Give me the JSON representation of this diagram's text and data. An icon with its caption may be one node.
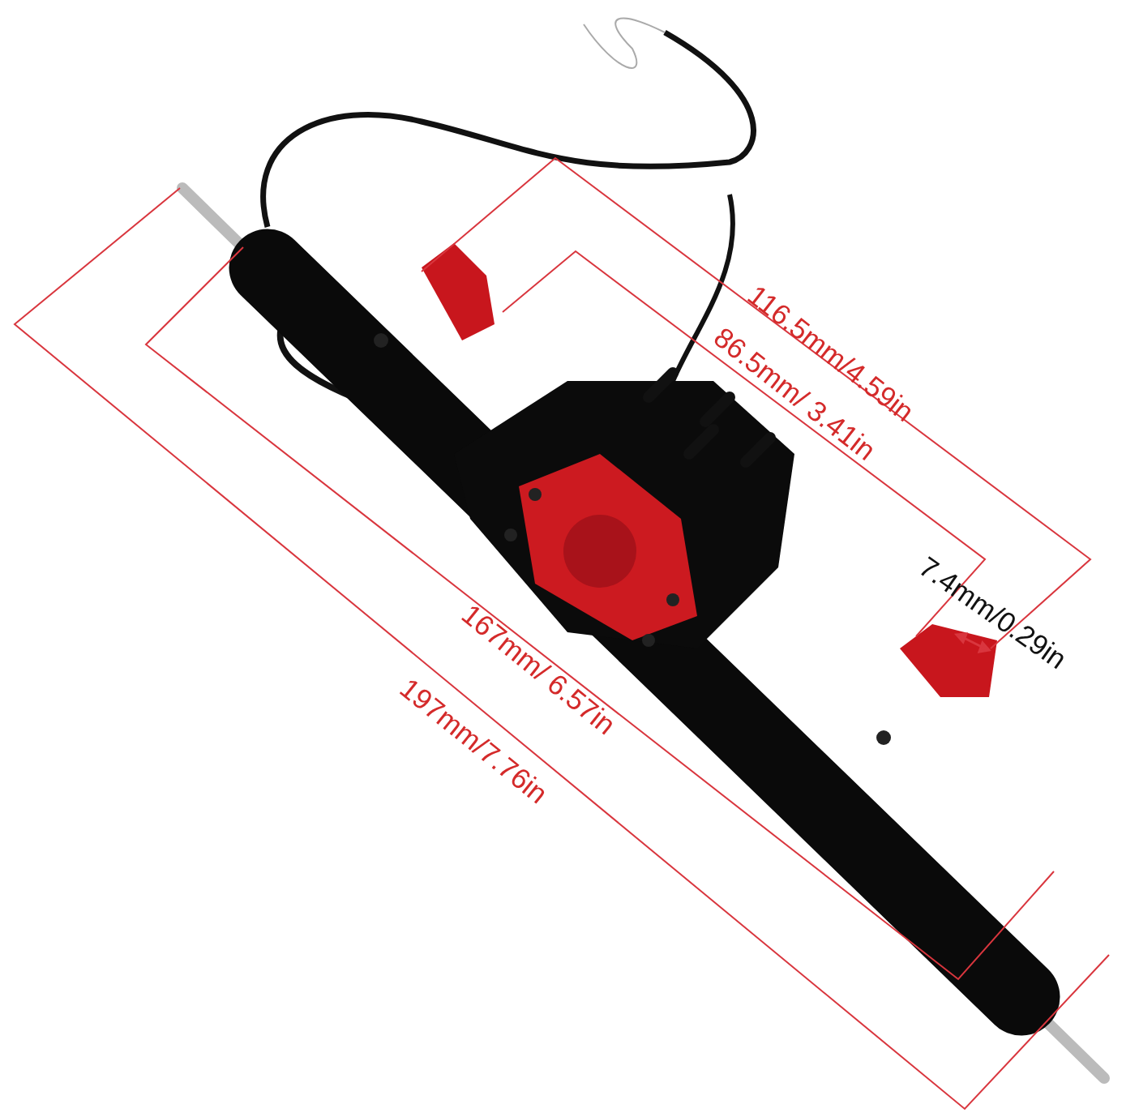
{
  "diagram": {
    "labels": [
      "116.5mm/4.59in",
      "86.5mm/ 3.41in",
      "7.4mm/0.29in",
      "167mm/ 6.57in",
      "197mm/7.76in"
    ]
  }
}
